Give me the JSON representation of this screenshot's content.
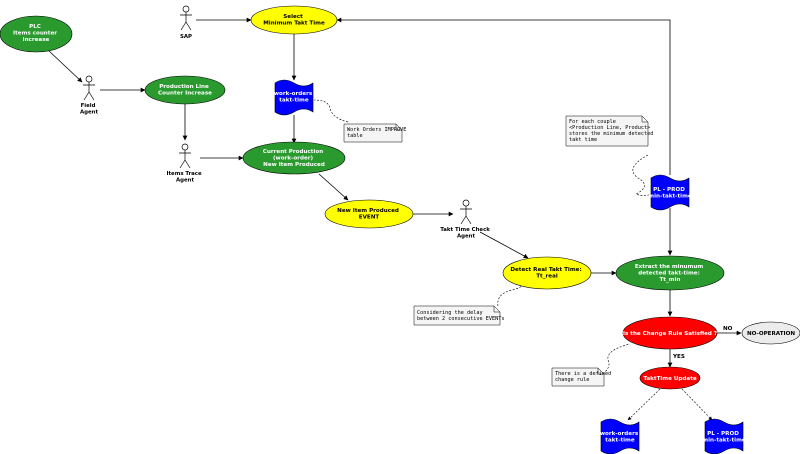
{
  "actors": {
    "sap": "SAP",
    "field_agent": [
      "Field",
      "Agent"
    ],
    "items_trace_agent": [
      "Items Trace",
      "Agent"
    ],
    "takt_time_check_agent": [
      "Takt Time Check",
      "Agent"
    ]
  },
  "activities": {
    "plc": [
      "PLC",
      "Items counter",
      "increase"
    ],
    "select_min_takt": [
      "Select",
      "Minimum Takt Time"
    ],
    "production_line": [
      "Production Line",
      "Counter Increase"
    ],
    "current_production": [
      "Current Production",
      "(work-order)",
      "New Item Produced"
    ],
    "new_item_event": [
      "New Item Produced",
      "EVENT"
    ],
    "detect_real_takt": [
      "Detect Real Takt Time:",
      "Tt_real"
    ],
    "extract_min": [
      "Extract the minumum",
      "detected takt-time:",
      "Tt_min"
    ],
    "change_rule": [
      "Is the Change Rule Satisfied ?"
    ],
    "no_operation": [
      "NO-OPERATION"
    ],
    "takt_time_update": [
      "TaktTime Update"
    ]
  },
  "datastores": {
    "work_orders_top": [
      "work-orders",
      "takt-time"
    ],
    "pl_prod_mid": [
      "PL - PROD",
      "min-takt-time"
    ],
    "work_orders_bottom": [
      "work-orders",
      "takt-time"
    ],
    "pl_prod_bottom": [
      "PL - PROD",
      "min-takt-time"
    ]
  },
  "notes": {
    "work_orders_improve": [
      "Work Orders IMPROVE",
      "table"
    ],
    "for_each_couple": [
      "For each couple",
      "<Production Line, Product>",
      "stores the minimum detected",
      "takt time"
    ],
    "considering_delay": [
      "Considering the delay",
      "between 2 consecutive EVENTs"
    ],
    "defined_change_rule": [
      "There is a defined",
      "change rule"
    ]
  },
  "edge_labels": {
    "no": "NO",
    "yes": "YES"
  },
  "colors": {
    "green": "#2a9a2f",
    "yellow": "#ffff00",
    "red": "#ff0000",
    "blue": "#0000ff",
    "grey": "#ececec",
    "note": "#f5f5f5"
  }
}
